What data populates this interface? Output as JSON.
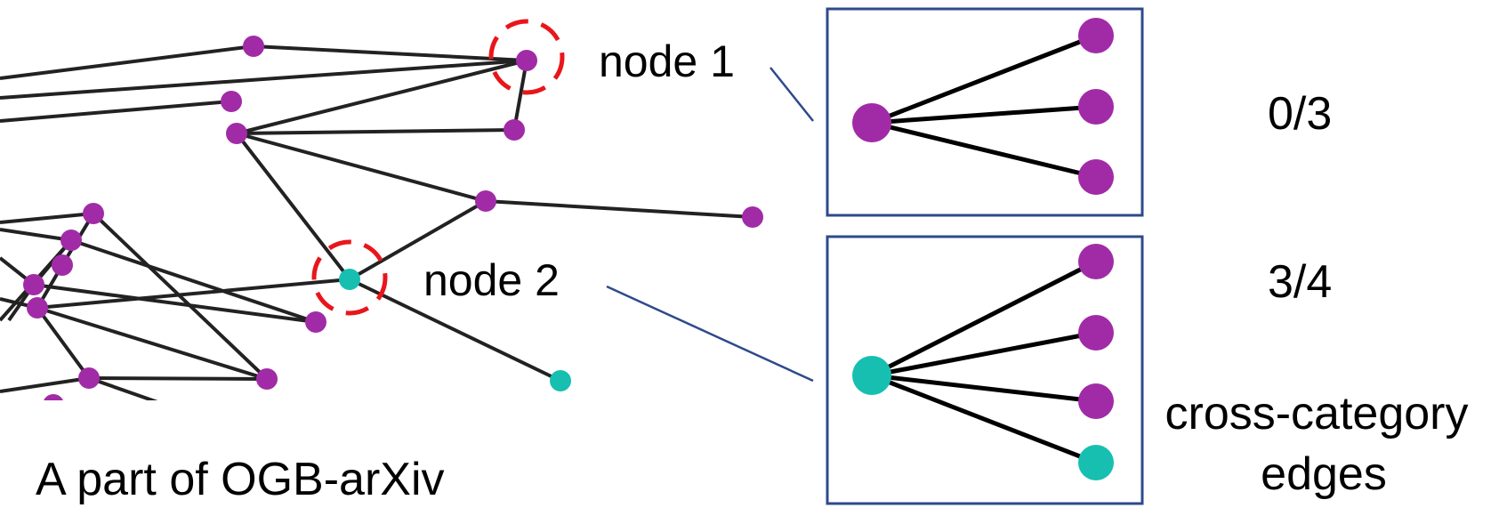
{
  "colors": {
    "purple": "#a12ba6",
    "teal": "#17bfb1",
    "edge": "#222222",
    "highlight": "#e8161b",
    "box_border": "#2e4a8c",
    "connector": "#2e4a8c"
  },
  "graph": {
    "caption": "A part of OGB-arXiv",
    "node1_label": "node 1",
    "node2_label": "node 2"
  },
  "panels": [
    {
      "center_color": "teal_no",
      "center": "purple",
      "neighbors": [
        "purple",
        "purple",
        "purple"
      ],
      "ratio": "0/3"
    },
    {
      "center": "teal",
      "neighbors": [
        "purple",
        "purple",
        "purple",
        "teal"
      ],
      "ratio": "3/4"
    }
  ],
  "legend": {
    "line1": "cross-category",
    "line2": "edges"
  }
}
